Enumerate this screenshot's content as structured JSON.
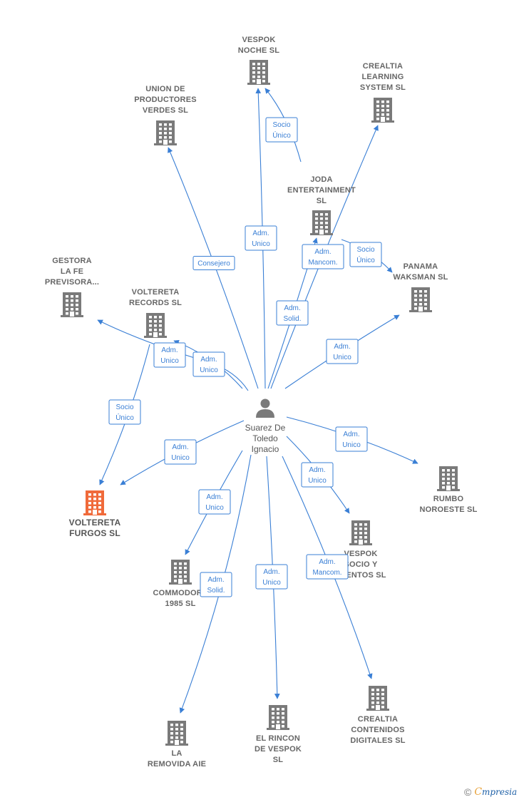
{
  "colors": {
    "edge": "#3a7fd5",
    "building": "#7a7a7a",
    "highlight": "#f06a3a",
    "person": "#7a7a7a"
  },
  "center": {
    "lines": [
      "Suarez De",
      "Toledo",
      "Ignacio"
    ],
    "icon": "person-icon"
  },
  "nodes": [
    {
      "id": "vespok-noche",
      "lines": [
        "VESPOK",
        "NOCHE  SL"
      ]
    },
    {
      "id": "crealtia-learning",
      "lines": [
        "CREALTIA",
        "LEARNING",
        "SYSTEM  SL"
      ]
    },
    {
      "id": "union-productores",
      "lines": [
        "UNION DE",
        "PRODUCTORES",
        "VERDES  SL"
      ]
    },
    {
      "id": "joda-entertainment",
      "lines": [
        "JODA",
        "ENTERTAINMENT",
        "SL"
      ]
    },
    {
      "id": "gestora-fe",
      "lines": [
        "GESTORA",
        "LA FE",
        "PREVISORA..."
      ]
    },
    {
      "id": "panama-waksman",
      "lines": [
        "PANAMA",
        "WAKSMAN  SL"
      ]
    },
    {
      "id": "voltereta-records",
      "lines": [
        "VOLTERETA",
        "RECORDS  SL"
      ]
    },
    {
      "id": "voltereta-furgos",
      "lines": [
        "VOLTERETA",
        "FURGOS  SL"
      ],
      "highlight": true
    },
    {
      "id": "rumbo-noroeste",
      "lines": [
        "RUMBO",
        "NOROESTE  SL"
      ]
    },
    {
      "id": "vespok-socio",
      "lines": [
        "VESPOK",
        "SOCIO Y",
        "EVENTOS  SL"
      ]
    },
    {
      "id": "commodore",
      "lines": [
        "COMMODORE",
        "1985  SL"
      ]
    },
    {
      "id": "la-removida",
      "lines": [
        "LA",
        "REMOVIDA AIE"
      ]
    },
    {
      "id": "el-rincon",
      "lines": [
        "EL RINCON",
        "DE VESPOK",
        "SL"
      ]
    },
    {
      "id": "crealtia-contenidos",
      "lines": [
        "CREALTIA",
        "CONTENIDOS",
        "DIGITALES  SL"
      ]
    }
  ],
  "edges": [
    {
      "id": "e-vespok-noche",
      "lines": [
        "Adm.",
        "Unico"
      ]
    },
    {
      "id": "e-joda-vespok-noche",
      "lines": [
        "Socio",
        "Único"
      ]
    },
    {
      "id": "e-crealtia-learning",
      "lines": [
        "Adm.",
        "Solid."
      ]
    },
    {
      "id": "e-union",
      "lines": [
        "Consejero"
      ]
    },
    {
      "id": "e-joda",
      "lines": [
        "Adm.",
        "Mancom."
      ]
    },
    {
      "id": "e-joda-panama",
      "lines": [
        "Socio",
        "Único"
      ]
    },
    {
      "id": "e-panama",
      "lines": [
        "Adm.",
        "Unico"
      ]
    },
    {
      "id": "e-gestora",
      "lines": [
        "Adm.",
        "Unico"
      ]
    },
    {
      "id": "e-records",
      "lines": [
        "Adm.",
        "Unico"
      ]
    },
    {
      "id": "e-records-furgos",
      "lines": [
        "Socio",
        "Único"
      ]
    },
    {
      "id": "e-furgos",
      "lines": [
        "Adm.",
        "Unico"
      ]
    },
    {
      "id": "e-rumbo",
      "lines": [
        "Adm.",
        "Unico"
      ]
    },
    {
      "id": "e-vespok-socio",
      "lines": [
        "Adm.",
        "Unico"
      ]
    },
    {
      "id": "e-commodore",
      "lines": [
        "Adm.",
        "Unico"
      ]
    },
    {
      "id": "e-removida",
      "lines": [
        "Adm.",
        "Solid."
      ]
    },
    {
      "id": "e-rincon",
      "lines": [
        "Adm.",
        "Unico"
      ]
    },
    {
      "id": "e-crealtia-contenidos",
      "lines": [
        "Adm.",
        "Mancom."
      ]
    }
  ],
  "brand": {
    "copyright": "©",
    "initial": "C",
    "rest": "mpresia"
  }
}
